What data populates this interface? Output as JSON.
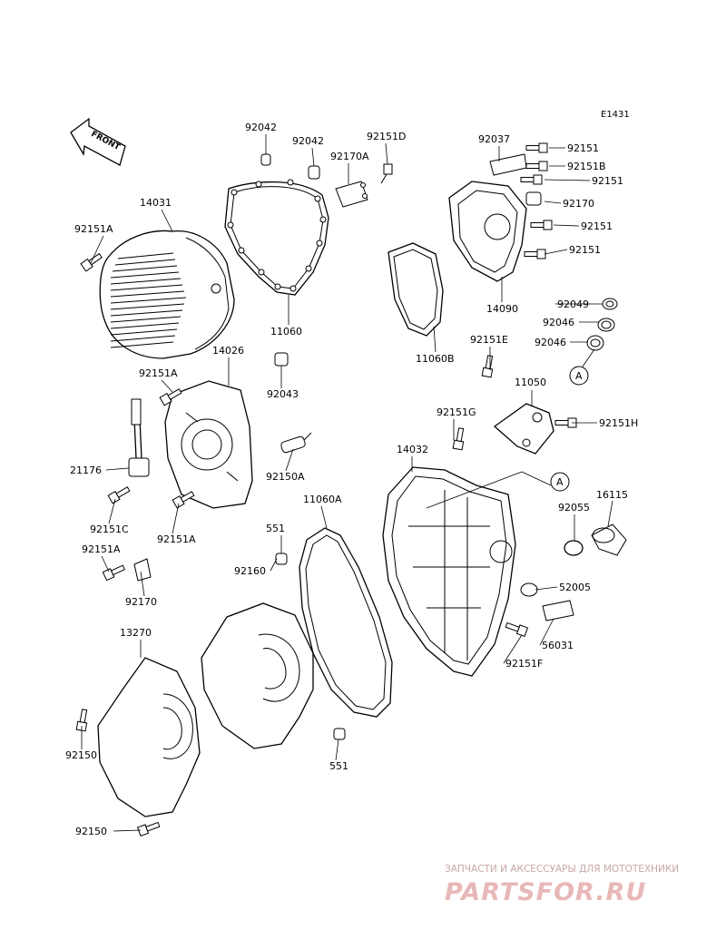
{
  "diagram": {
    "code": "E1431",
    "front_arrow_label": "FRONT",
    "callout": "A"
  },
  "part_labels": [
    {
      "id": "92042-a",
      "text": "92042"
    },
    {
      "id": "92042-b",
      "text": "92042"
    },
    {
      "id": "92151D",
      "text": "92151D"
    },
    {
      "id": "92170A",
      "text": "92170A"
    },
    {
      "id": "92037",
      "text": "92037"
    },
    {
      "id": "92151-a",
      "text": "92151"
    },
    {
      "id": "92151B",
      "text": "92151B"
    },
    {
      "id": "92151-b",
      "text": "92151"
    },
    {
      "id": "92170-a",
      "text": "92170"
    },
    {
      "id": "92151-c",
      "text": "92151"
    },
    {
      "id": "92151-d",
      "text": "92151"
    },
    {
      "id": "14031",
      "text": "14031"
    },
    {
      "id": "92151A-a",
      "text": "92151A"
    },
    {
      "id": "11060",
      "text": "11060"
    },
    {
      "id": "11060B",
      "text": "11060B"
    },
    {
      "id": "14090",
      "text": "14090"
    },
    {
      "id": "92049",
      "text": "92049"
    },
    {
      "id": "92046-a",
      "text": "92046"
    },
    {
      "id": "92046-b",
      "text": "92046"
    },
    {
      "id": "14026",
      "text": "14026"
    },
    {
      "id": "92151A-b",
      "text": "92151A"
    },
    {
      "id": "92043",
      "text": "92043"
    },
    {
      "id": "92151E",
      "text": "92151E"
    },
    {
      "id": "11050",
      "text": "11050"
    },
    {
      "id": "92151G",
      "text": "92151G"
    },
    {
      "id": "92151H",
      "text": "92151H"
    },
    {
      "id": "21176",
      "text": "21176"
    },
    {
      "id": "92150A",
      "text": "92150A"
    },
    {
      "id": "14032",
      "text": "14032"
    },
    {
      "id": "16115",
      "text": "16115"
    },
    {
      "id": "92055",
      "text": "92055"
    },
    {
      "id": "92151C",
      "text": "92151C"
    },
    {
      "id": "11060A",
      "text": "11060A"
    },
    {
      "id": "551-a",
      "text": "551"
    },
    {
      "id": "92151A-c",
      "text": "92151A"
    },
    {
      "id": "92151A-d",
      "text": "92151A"
    },
    {
      "id": "92160",
      "text": "92160"
    },
    {
      "id": "92170-b",
      "text": "92170"
    },
    {
      "id": "52005",
      "text": "52005"
    },
    {
      "id": "13270",
      "text": "13270"
    },
    {
      "id": "56031",
      "text": "56031"
    },
    {
      "id": "92151F",
      "text": "92151F"
    },
    {
      "id": "92150-a",
      "text": "92150"
    },
    {
      "id": "551-b",
      "text": "551"
    },
    {
      "id": "92150-b",
      "text": "92150"
    }
  ],
  "watermark": {
    "subtitle": "ЗАПЧАСТИ И АКСЕССУАРЫ ДЛЯ МОТОТЕХНИКИ",
    "logo_text": "PARTSFOR.RU"
  },
  "colors": {
    "line": "#000000",
    "background": "#ffffff",
    "watermark_logo": "#e8b8b8",
    "watermark_text": "#c7a6a6"
  }
}
